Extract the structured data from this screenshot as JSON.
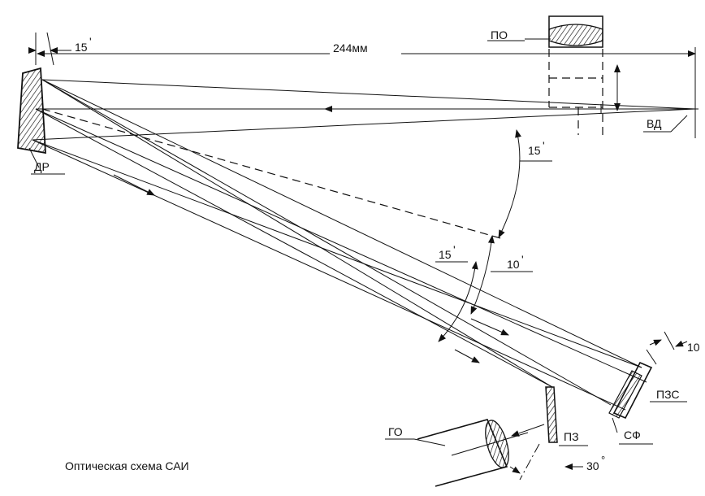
{
  "labels": {
    "po": "ПО",
    "dim_244": "244мм",
    "angle_top_15": "15",
    "vd": "ВД",
    "dr": "ДР",
    "angle_mid_15": "15",
    "angle_lower_15": "15",
    "angle_10": "10",
    "angle_right_10": "10",
    "pzs": "ПЗС",
    "sf": "СФ",
    "go": "ГО",
    "pz": "ПЗ",
    "angle_30": "30"
  },
  "caption": "Оптическая схема САИ",
  "colors": {
    "ink": "#111111",
    "background": "#ffffff"
  }
}
